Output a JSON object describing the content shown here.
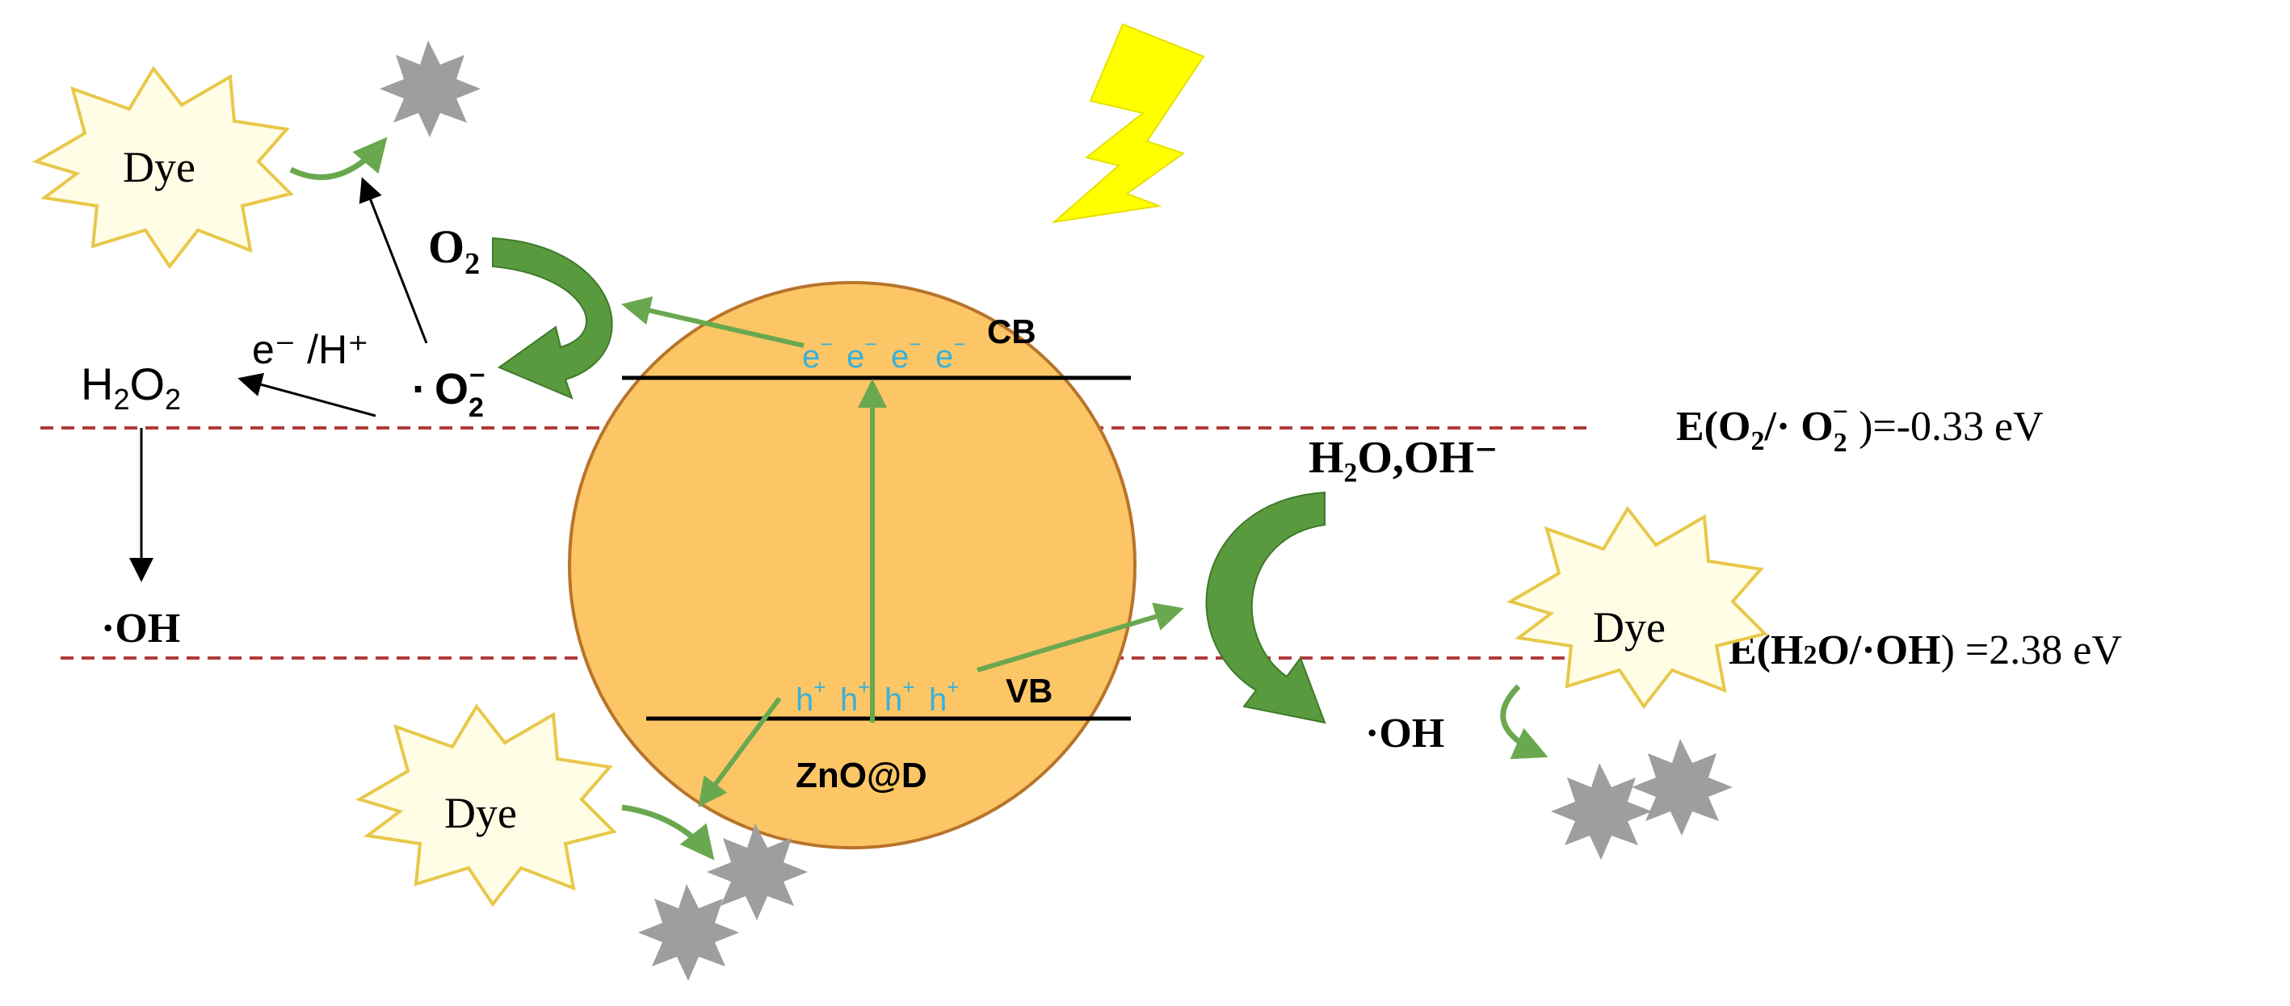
{
  "particle": {
    "label": "ZnO@D",
    "cb_label": "CB",
    "vb_label": "VB",
    "electron": "e",
    "hole": "h",
    "carrier_sign_electron": "−",
    "carrier_sign_hole": "+"
  },
  "left": {
    "o2_main": "O",
    "o2_sub": "2",
    "superoxide_dot": "·",
    "superoxide_main": "O",
    "superoxide_sub": "2",
    "superoxide_sup": "−",
    "h2o2_h": "H",
    "h2o2_sub1": "2",
    "h2o2_o": "O",
    "h2o2_sub2": "2",
    "proton_label": "e⁻ /H⁺",
    "oh_label": "·OH"
  },
  "right": {
    "water_label": "H₂O,OH⁻",
    "oh_label": "·OH"
  },
  "potentials": {
    "cb_prefix": "E(O",
    "cb_sub": "2",
    "cb_mid": "/· O",
    "cb_sub2": "2",
    "cb_sup2": "−",
    "cb_suffix": " )=-0.33 eV",
    "vb_prefix": "E(H",
    "vb_sub": "2",
    "vb_mid": "O/·OH",
    "vb_suffix": ") =2.38 eV"
  },
  "dyes": {
    "dye_label": "Dye"
  },
  "colors": {
    "particle_fill": "#fcc666",
    "particle_stroke": "#b8742b",
    "green": "#6aa84f",
    "green_dark": "#4e8a3a",
    "carrier_text": "#3ab0d8",
    "dashed_line": "#b03a3a",
    "lightning": "#ffff00",
    "degraded": "#9e9e9e",
    "burst_fill": "#fffde6",
    "burst_stroke": "#e8c84a"
  }
}
